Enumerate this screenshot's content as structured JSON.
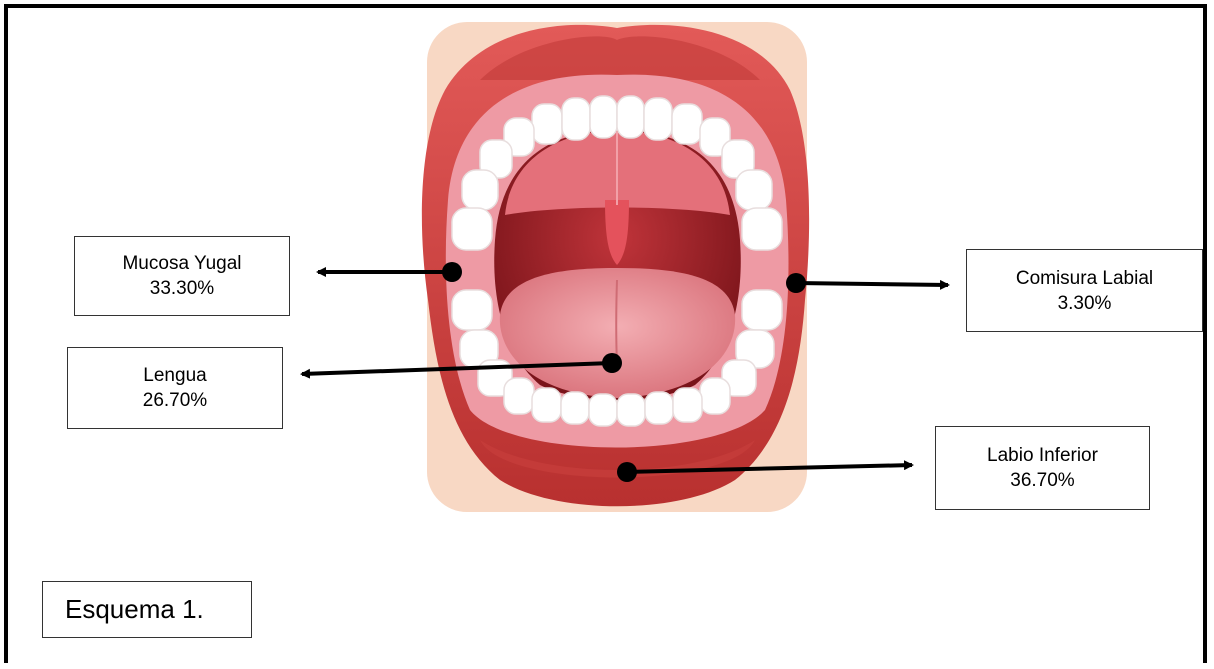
{
  "diagram": {
    "labels": [
      {
        "id": "mucosa-yugal",
        "name": "Mucosa Yugal",
        "value": "33.30%"
      },
      {
        "id": "lengua",
        "name": "Lengua",
        "value": "26.70%"
      },
      {
        "id": "comisura-labial",
        "name": "Comisura Labial",
        "value": "3.30%"
      },
      {
        "id": "labio-inferior",
        "name": "Labio Inferior",
        "value": "36.70%"
      }
    ],
    "caption": "Esquema 1."
  },
  "colors": {
    "skin": "#f8d8c4",
    "lip": "#d94a4a",
    "lip_dark": "#b02a2a",
    "gum": "#ee9aa4",
    "teeth": "#ffffff",
    "throat": "#8e1e24",
    "tongue": "#e68f96",
    "arrow": "#000000"
  }
}
